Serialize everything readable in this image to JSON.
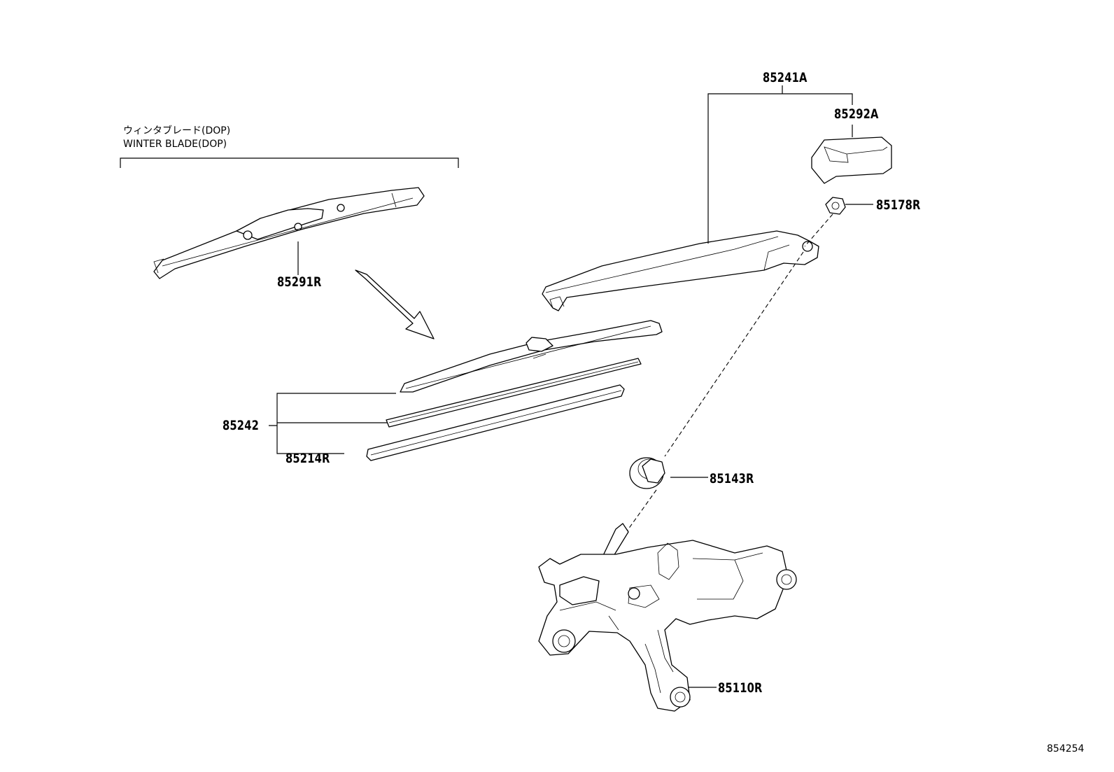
{
  "title_note": {
    "jp": "ウィンタブレード(DOP)",
    "en": "WINTER BLADE(DOP)"
  },
  "part_labels": {
    "p85241A": "85241A",
    "p85292A": "85292A",
    "p85178R": "85178R",
    "p85291R": "85291R",
    "p85242": "85242",
    "p85214R": "85214R",
    "p85143R": "85143R",
    "p85110R": "85110R"
  },
  "figure_ref": "854254"
}
